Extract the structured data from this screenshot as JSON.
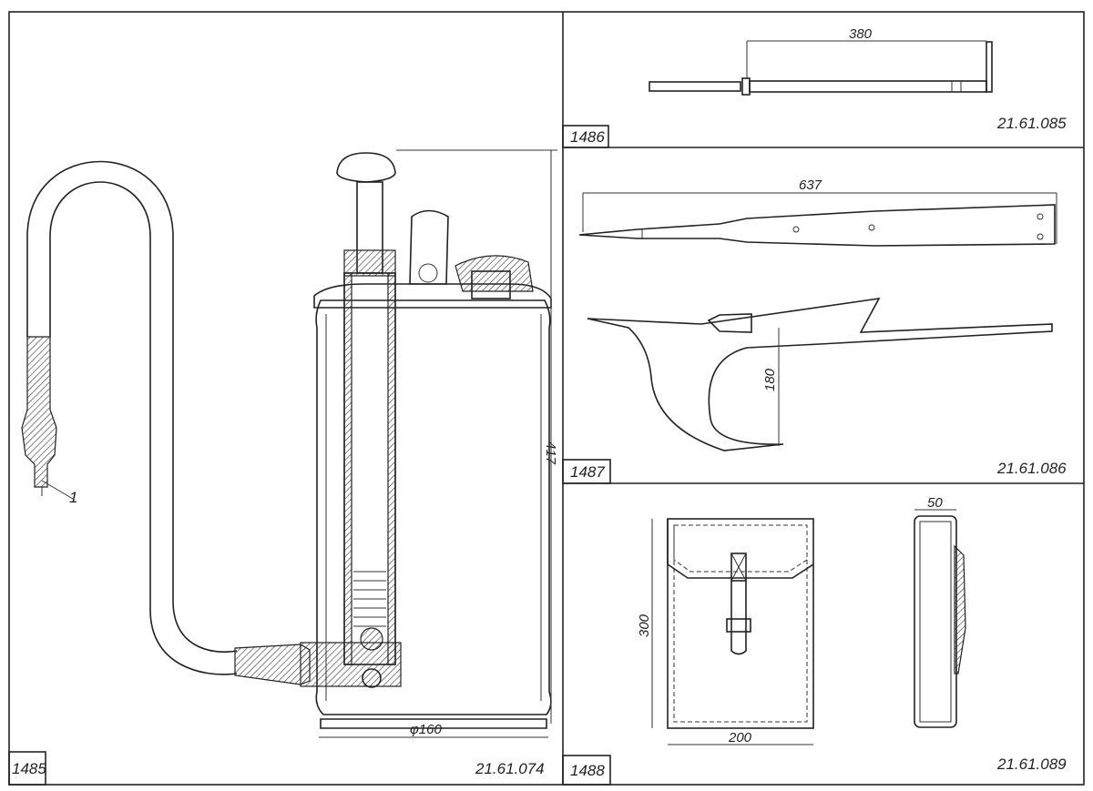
{
  "panels": [
    {
      "id": "1485",
      "code": "21.61.074",
      "dimensions": {
        "height": "417",
        "diameter": "φ160"
      },
      "callout": "1"
    },
    {
      "id": "1486",
      "code": "21.61.085",
      "dimensions": {
        "length": "380"
      }
    },
    {
      "id": "1487",
      "code": "21.61.086",
      "dimensions": {
        "length": "637",
        "height": "180"
      }
    },
    {
      "id": "1488",
      "code": "21.61.089",
      "dimensions": {
        "height": "300",
        "width": "200",
        "depth": "50"
      }
    }
  ]
}
